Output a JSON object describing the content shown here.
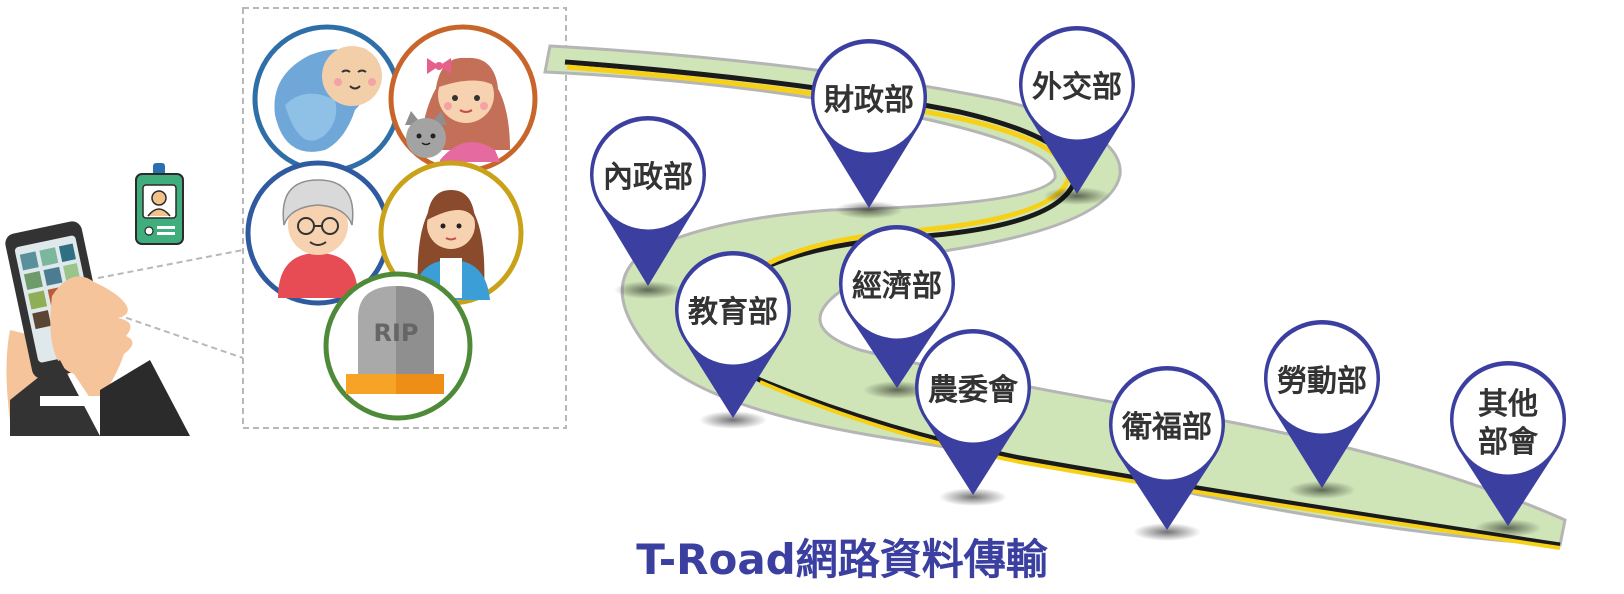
{
  "caption": "T-Road網路資料傳輸",
  "tombstone_text": "RIP",
  "colors": {
    "pin": "#3b3fa0",
    "pin_border": "#3b3fa0",
    "road_fill": "#cfe5b8",
    "road_edge": "#b5b5b5",
    "road_center": "#1a1a1a",
    "road_line": "#f7d117",
    "caption": "#3b3fa0"
  },
  "citizens": [
    {
      "icon": "baby-icon",
      "ring": "#2f6fa8"
    },
    {
      "icon": "girl-with-cat-icon",
      "ring": "#c8652a"
    },
    {
      "icon": "grandmother-icon",
      "ring": "#2f5aa0"
    },
    {
      "icon": "woman-icon",
      "ring": "#c9a21a"
    },
    {
      "icon": "tombstone-icon",
      "ring": "#4e8a38"
    }
  ],
  "pins": [
    {
      "lines": [
        "內政部"
      ]
    },
    {
      "lines": [
        "財政部"
      ]
    },
    {
      "lines": [
        "外交部"
      ]
    },
    {
      "lines": [
        "教育部"
      ]
    },
    {
      "lines": [
        "經濟部"
      ]
    },
    {
      "lines": [
        "農委會"
      ]
    },
    {
      "lines": [
        "衛福部"
      ]
    },
    {
      "lines": [
        "勞動部"
      ]
    },
    {
      "lines": [
        "其他",
        "部會"
      ]
    }
  ]
}
